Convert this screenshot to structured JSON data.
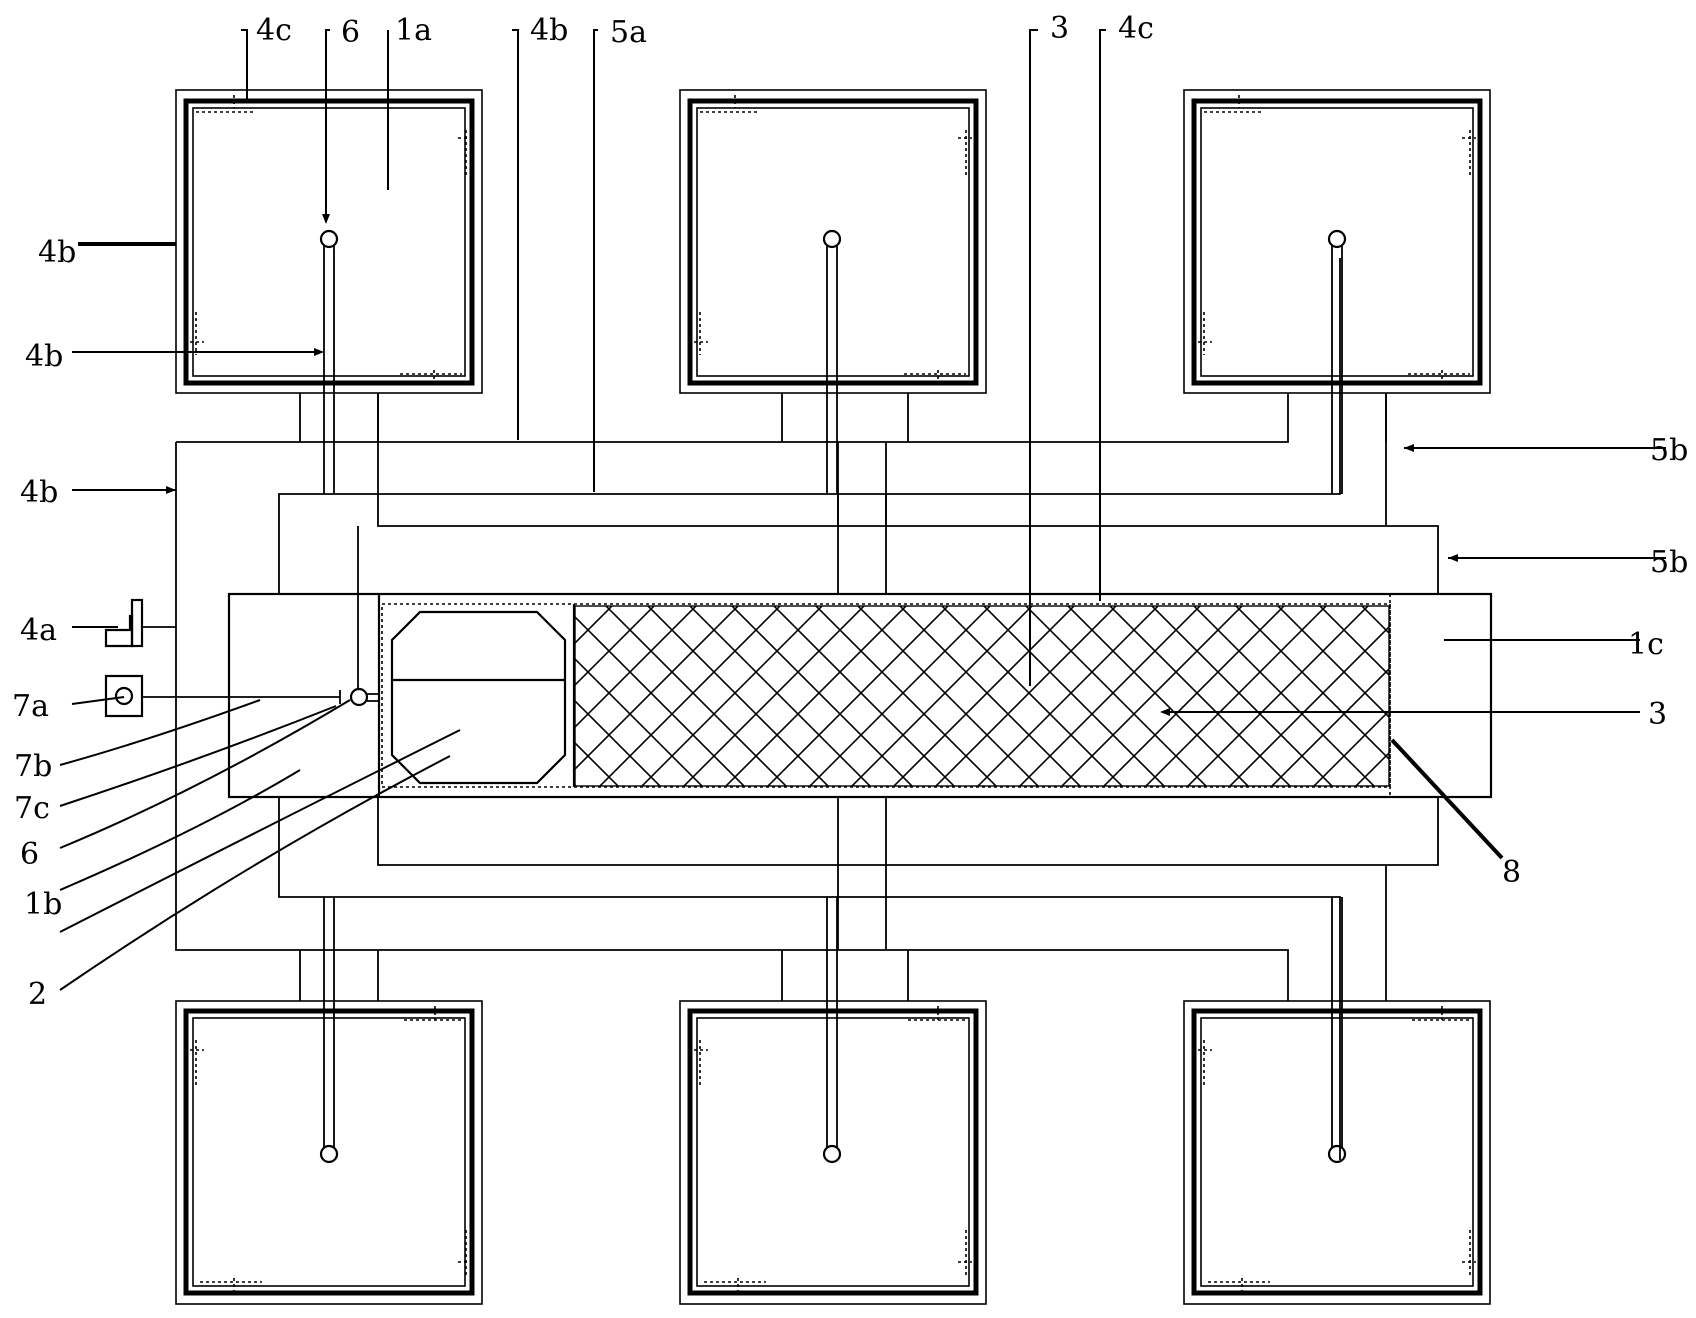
{
  "labels": {
    "l_4c_top_left": "4c",
    "l_6_top": "6",
    "l_1a_top": "1a",
    "l_4b_top": "4b",
    "l_5a_top": "5a",
    "l_3_top": "3",
    "l_4c_top_right": "4c",
    "l_4b_left_1": "4b",
    "l_4b_left_2": "4b",
    "l_4b_left_3": "4b",
    "l_4a": "4a",
    "l_7a": "7a",
    "l_7b": "7b",
    "l_7c": "7c",
    "l_6_left": "6",
    "l_1b": "1b",
    "l_2": "2",
    "l_5b_right_1": "5b",
    "l_5b_right_2": "5b",
    "l_1c": "1c",
    "l_3_right": "3",
    "l_8": "8"
  }
}
